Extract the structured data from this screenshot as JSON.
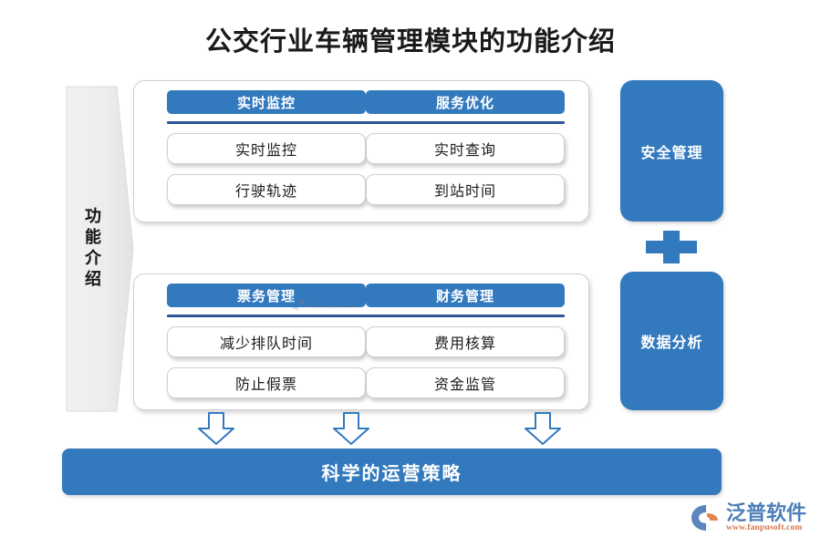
{
  "title": "公交行业车辆管理模块的功能介绍",
  "left_band": {
    "label": "功能介绍",
    "shape": "chevron-band"
  },
  "panels": [
    {
      "id": "panel-top",
      "columns": [
        {
          "header": "实时监控",
          "items": [
            "实时监控",
            "行驶轨迹"
          ]
        },
        {
          "header": "服务优化",
          "items": [
            "实时查询",
            "到站时间"
          ]
        }
      ]
    },
    {
      "id": "panel-bottom",
      "columns": [
        {
          "header": "票务管理",
          "items": [
            "减少排队时间",
            "防止假票"
          ]
        },
        {
          "header": "财务管理",
          "items": [
            "费用核算",
            "资金监管"
          ]
        }
      ]
    }
  ],
  "right_boxes": {
    "safety": "安全管理",
    "analysis": "数据分析",
    "connector": "plus-shape"
  },
  "arrows": {
    "count": 3,
    "direction": "down"
  },
  "bottom_bar": {
    "label": "科学的运营策略"
  },
  "watermark": {
    "name": "泛普软件",
    "url": "www.fanpusoft.com"
  },
  "logo": {
    "name": "泛普软件",
    "url": "www.fanpusoft.com"
  },
  "colors": {
    "brand_blue": "#3279be",
    "divider_blue": "#2f5597",
    "band_gray": "#eeeeee",
    "arrow_stroke": "#3279be",
    "logo_blue": "#4d7fb8",
    "logo_orange": "#d4764a"
  }
}
